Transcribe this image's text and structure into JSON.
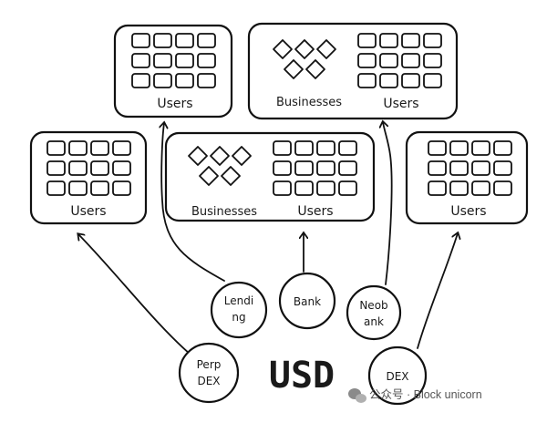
{
  "boxes": {
    "top_left": {
      "label": "Users"
    },
    "top_right": {
      "label_left": "Businesses",
      "label_right": "Users"
    },
    "mid_left": {
      "label": "Users"
    },
    "mid_center": {
      "label_left": "Businesses",
      "label_right": "Users"
    },
    "mid_right": {
      "label": "Users"
    }
  },
  "nodes": {
    "lending": {
      "line1": "Lendi",
      "line2": "ng"
    },
    "bank": {
      "line1": "Bank"
    },
    "neobank": {
      "line1": "Neob",
      "line2": "ank"
    },
    "perp_dex": {
      "line1": "Perp",
      "line2": "DEX"
    },
    "dex": {
      "line1": "DEX"
    }
  },
  "center_label": "USD",
  "watermark": {
    "text": "公众号 · Block unicorn"
  }
}
